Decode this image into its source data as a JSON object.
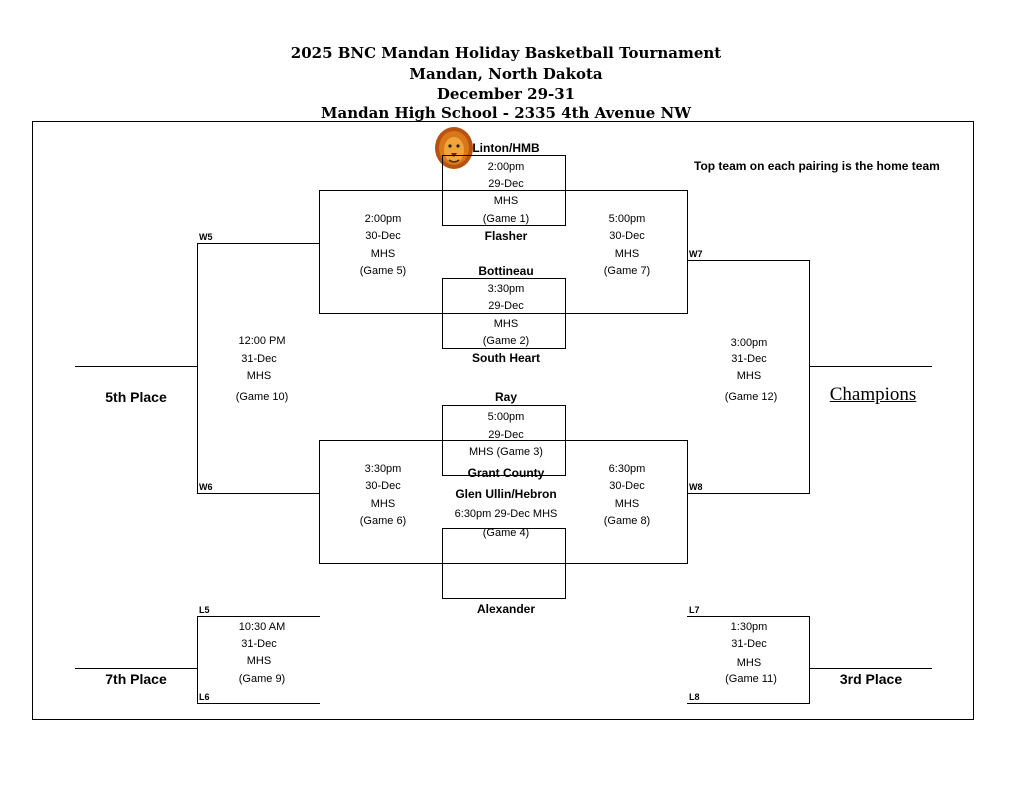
{
  "header": {
    "line1": "2025 BNC Mandan Holiday Basketball Tournament",
    "line2": "Mandan, North Dakota",
    "line3": "December 29-31",
    "line4": "Mandan High School - 2335 4th Avenue NW"
  },
  "note": "Top team on each pairing is the home team",
  "logo_icon": "lion-head-icon",
  "games": {
    "g1": {
      "time": "2:00pm",
      "date": "29-Dec",
      "site": "MHS",
      "label": "(Game 1)",
      "top_team": "Linton/HMB",
      "bottom_team": "Flasher"
    },
    "g2": {
      "time": "3:30pm",
      "date": "29-Dec",
      "site": "MHS",
      "label": "(Game 2)",
      "top_team": "Bottineau",
      "bottom_team": "South Heart"
    },
    "g3": {
      "time": "5:00pm",
      "date": "29-Dec",
      "site_label": "MHS (Game 3)",
      "top_team": "Ray",
      "bottom_team": "Grant County"
    },
    "g4": {
      "info": "6:30pm 29-Dec MHS",
      "label": "(Game 4)",
      "top_team": "Glen Ullin/Hebron",
      "bottom_team": "Alexander"
    },
    "g5": {
      "time": "2:00pm",
      "date": "30-Dec",
      "site": "MHS",
      "label": "(Game 5)"
    },
    "g6": {
      "time": "3:30pm",
      "date": "30-Dec",
      "site": "MHS",
      "label": "(Game 6)"
    },
    "g7": {
      "time": "5:00pm",
      "date": "30-Dec",
      "site": "MHS",
      "label": "(Game 7)"
    },
    "g8": {
      "time": "6:30pm",
      "date": "30-Dec",
      "site": "MHS",
      "label": "(Game 8)"
    },
    "g9": {
      "time": "10:30 AM",
      "date": "31-Dec",
      "site": "MHS",
      "label": "(Game 9)"
    },
    "g10": {
      "time": "12:00 PM",
      "date": "31-Dec",
      "site": "MHS",
      "label": "(Game 10)"
    },
    "g11": {
      "time": "1:30pm",
      "date": "31-Dec",
      "site": "MHS",
      "label": "(Game 11)"
    },
    "g12": {
      "time": "3:00pm",
      "date": "31-Dec",
      "site": "MHS",
      "label": "(Game 12)"
    }
  },
  "tags": {
    "w5": "W5",
    "w6": "W6",
    "w7": "W7",
    "w8": "W8",
    "l5": "L5",
    "l6": "L6",
    "l7": "L7",
    "l8": "L8"
  },
  "places": {
    "fifth": "5th Place",
    "seventh": "7th Place",
    "third": "3rd Place",
    "champions": "Champions"
  }
}
